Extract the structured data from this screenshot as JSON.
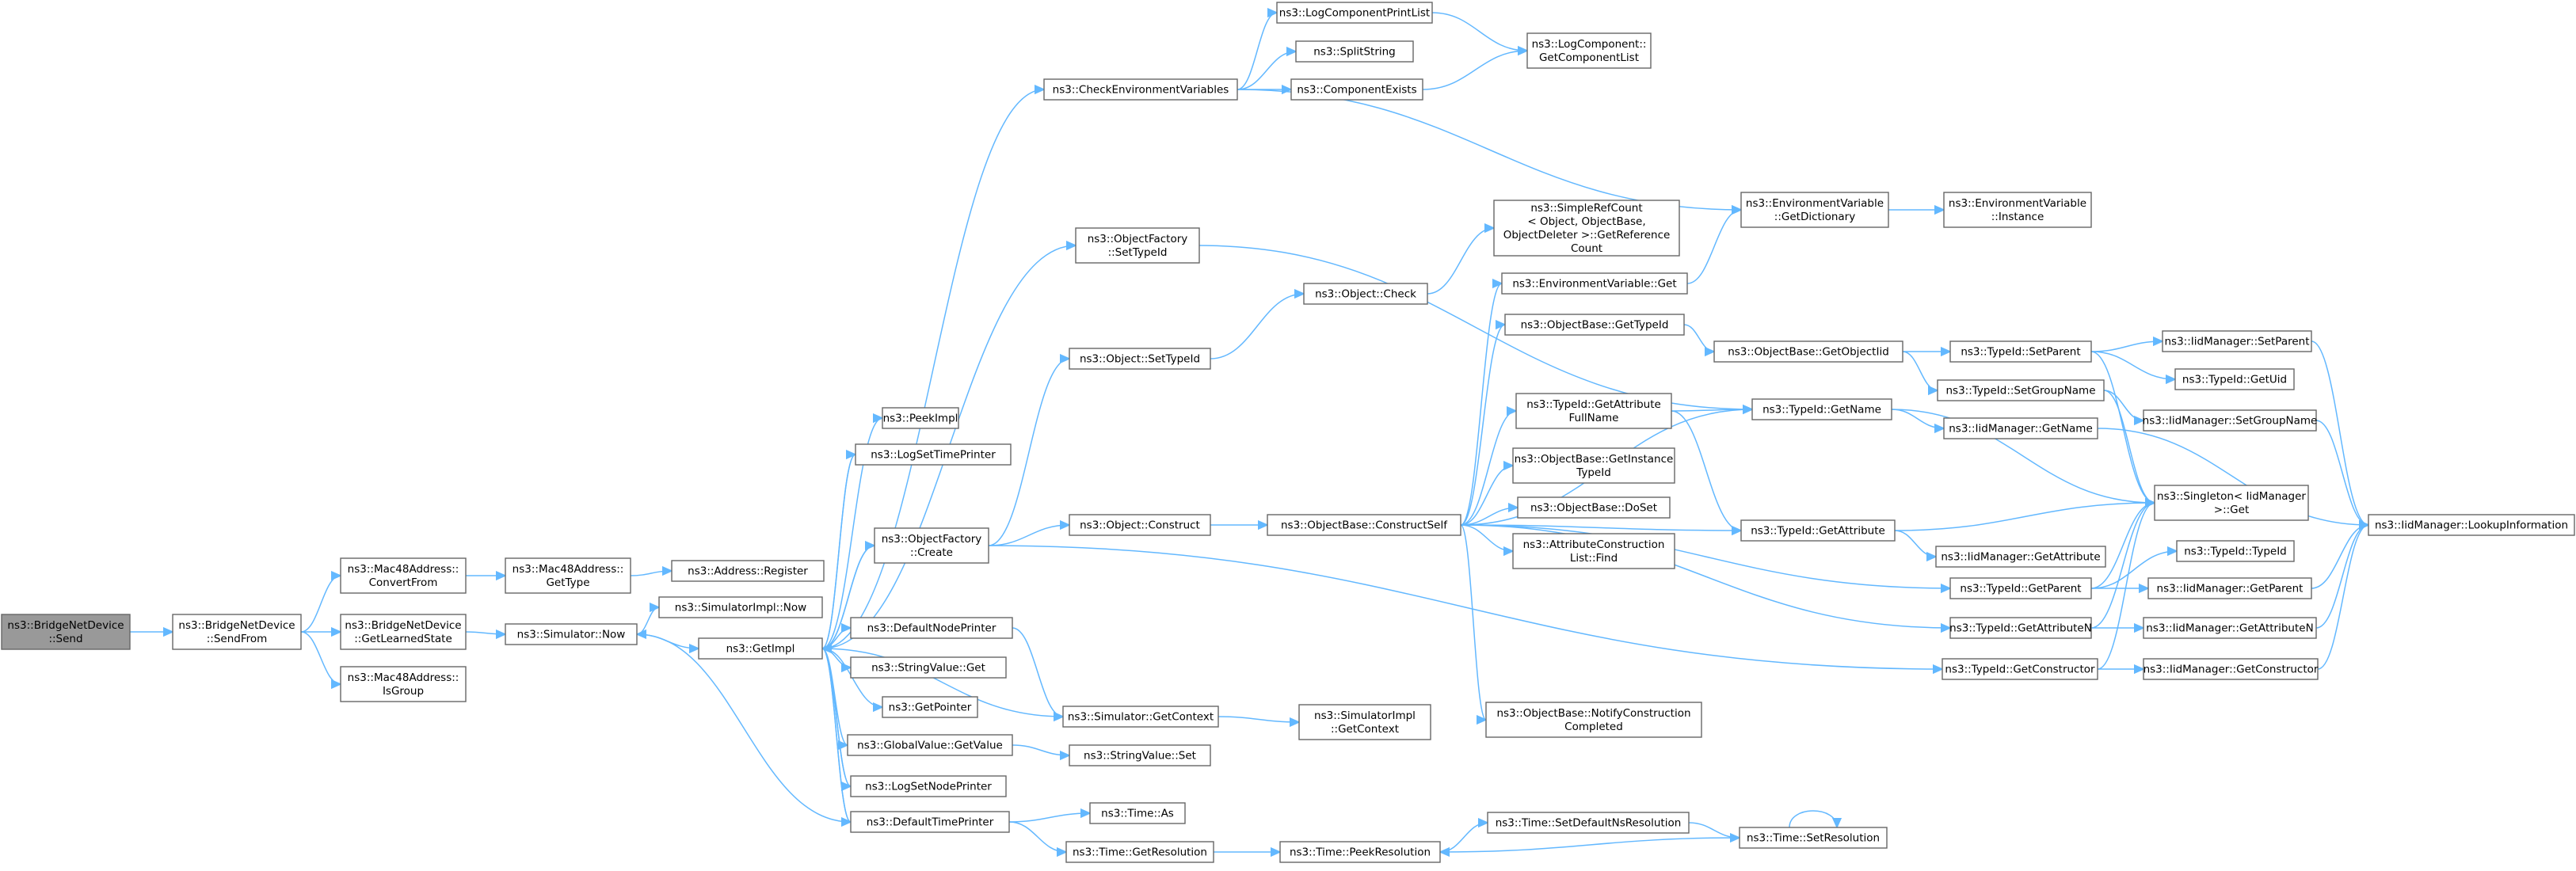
{
  "graph": {
    "colors": {
      "edge": "#63b8ff",
      "node_border": "#666666",
      "root_fill": "#999999",
      "node_fill": "#ffffff",
      "background": "#ffffff"
    },
    "root": "send",
    "nodes": [
      {
        "id": "send",
        "lines": [
          "ns3::BridgeNetDevice",
          "::Send"
        ]
      },
      {
        "id": "sendfrom",
        "lines": [
          "ns3::BridgeNetDevice",
          "::SendFrom"
        ]
      },
      {
        "id": "convertfrom",
        "lines": [
          "ns3::Mac48Address::",
          "ConvertFrom"
        ]
      },
      {
        "id": "getlearnedstate",
        "lines": [
          "ns3::BridgeNetDevice",
          "::GetLearnedState"
        ]
      },
      {
        "id": "isgroup",
        "lines": [
          "ns3::Mac48Address::",
          "IsGroup"
        ]
      },
      {
        "id": "mac_gettype",
        "lines": [
          "ns3::Mac48Address::",
          "GetType"
        ]
      },
      {
        "id": "addr_register",
        "lines": [
          "ns3::Address::Register"
        ]
      },
      {
        "id": "sim_now",
        "lines": [
          "ns3::Simulator::Now"
        ]
      },
      {
        "id": "simimpl_now",
        "lines": [
          "ns3::SimulatorImpl::Now"
        ]
      },
      {
        "id": "getimpl",
        "lines": [
          "ns3::GetImpl"
        ]
      },
      {
        "id": "peekimpl",
        "lines": [
          "ns3::PeekImpl"
        ]
      },
      {
        "id": "logsettimeprinter",
        "lines": [
          "ns3::LogSetTimePrinter"
        ]
      },
      {
        "id": "objfactory_create",
        "lines": [
          "ns3::ObjectFactory",
          "::Create"
        ]
      },
      {
        "id": "defaultnodeprinter",
        "lines": [
          "ns3::DefaultNodePrinter"
        ]
      },
      {
        "id": "stringvalue_get",
        "lines": [
          "ns3::StringValue::Get"
        ]
      },
      {
        "id": "getpointer",
        "lines": [
          "ns3::GetPointer"
        ]
      },
      {
        "id": "globalvalue_getvalue",
        "lines": [
          "ns3::GlobalValue::GetValue"
        ]
      },
      {
        "id": "logsetnodeprinter",
        "lines": [
          "ns3::LogSetNodePrinter"
        ]
      },
      {
        "id": "defaulttimeprinter",
        "lines": [
          "ns3::DefaultTimePrinter"
        ]
      },
      {
        "id": "checkenv",
        "lines": [
          "ns3::CheckEnvironmentVariables"
        ]
      },
      {
        "id": "objfactory_settypeid",
        "lines": [
          "ns3::ObjectFactory",
          "::SetTypeId"
        ]
      },
      {
        "id": "object_settypeid",
        "lines": [
          "ns3::Object::SetTypeId"
        ]
      },
      {
        "id": "object_construct",
        "lines": [
          "ns3::Object::Construct"
        ]
      },
      {
        "id": "sim_getcontext",
        "lines": [
          "ns3::Simulator::GetContext"
        ]
      },
      {
        "id": "stringvalue_set",
        "lines": [
          "ns3::StringValue::Set"
        ]
      },
      {
        "id": "time_as",
        "lines": [
          "ns3::Time::As"
        ]
      },
      {
        "id": "time_getresolution",
        "lines": [
          "ns3::Time::GetResolution"
        ]
      },
      {
        "id": "logcompprintlist",
        "lines": [
          "ns3::LogComponentPrintList"
        ]
      },
      {
        "id": "splitstring",
        "lines": [
          "ns3::SplitString"
        ]
      },
      {
        "id": "componentexists",
        "lines": [
          "ns3::ComponentExists"
        ]
      },
      {
        "id": "logcomp_getlist",
        "lines": [
          "ns3::LogComponent::",
          "GetComponentList"
        ]
      },
      {
        "id": "object_check",
        "lines": [
          "ns3::Object::Check"
        ]
      },
      {
        "id": "objbase_constructself",
        "lines": [
          "ns3::ObjectBase::ConstructSelf"
        ]
      },
      {
        "id": "simimpl_getcontext",
        "lines": [
          "ns3::SimulatorImpl",
          "::GetContext"
        ]
      },
      {
        "id": "time_peekresolution",
        "lines": [
          "ns3::Time::PeekResolution"
        ]
      },
      {
        "id": "simplerefcount",
        "lines": [
          "ns3::SimpleRefCount",
          "< Object, ObjectBase,",
          "ObjectDeleter >::GetReference",
          "Count"
        ]
      },
      {
        "id": "envvar_get",
        "lines": [
          "ns3::EnvironmentVariable::Get"
        ]
      },
      {
        "id": "objbase_gettypeid",
        "lines": [
          "ns3::ObjectBase::GetTypeId"
        ]
      },
      {
        "id": "typeid_getattrfullname",
        "lines": [
          "ns3::TypeId::GetAttribute",
          "FullName"
        ]
      },
      {
        "id": "objbase_getinstancetypeid",
        "lines": [
          "ns3::ObjectBase::GetInstance",
          "TypeId"
        ]
      },
      {
        "id": "objbase_doset",
        "lines": [
          "ns3::ObjectBase::DoSet"
        ]
      },
      {
        "id": "attrconstructionlist_find",
        "lines": [
          "ns3::AttributeConstruction",
          "List::Find"
        ]
      },
      {
        "id": "objbase_notifyconstruction",
        "lines": [
          "ns3::ObjectBase::NotifyConstruction",
          "Completed"
        ]
      },
      {
        "id": "time_setdefaultns",
        "lines": [
          "ns3::Time::SetDefaultNsResolution"
        ]
      },
      {
        "id": "envvar_getdictionary",
        "lines": [
          "ns3::EnvironmentVariable",
          "::GetDictionary"
        ]
      },
      {
        "id": "objbase_getobjectiid",
        "lines": [
          "ns3::ObjectBase::GetObjectIid"
        ]
      },
      {
        "id": "typeid_getname",
        "lines": [
          "ns3::TypeId::GetName"
        ]
      },
      {
        "id": "typeid_getattribute",
        "lines": [
          "ns3::TypeId::GetAttribute"
        ]
      },
      {
        "id": "typeid_getparent",
        "lines": [
          "ns3::TypeId::GetParent"
        ]
      },
      {
        "id": "typeid_getattributen",
        "lines": [
          "ns3::TypeId::GetAttributeN"
        ]
      },
      {
        "id": "typeid_getconstructor",
        "lines": [
          "ns3::TypeId::GetConstructor"
        ]
      },
      {
        "id": "time_setresolution",
        "lines": [
          "ns3::Time::SetResolution"
        ]
      },
      {
        "id": "envvar_instance",
        "lines": [
          "ns3::EnvironmentVariable",
          "::Instance"
        ]
      },
      {
        "id": "typeid_setparent",
        "lines": [
          "ns3::TypeId::SetParent"
        ]
      },
      {
        "id": "typeid_setgroupname",
        "lines": [
          "ns3::TypeId::SetGroupName"
        ]
      },
      {
        "id": "iidmgr_getname",
        "lines": [
          "ns3::IidManager::GetName"
        ]
      },
      {
        "id": "iidmgr_getattribute",
        "lines": [
          "ns3::IidManager::GetAttribute"
        ]
      },
      {
        "id": "singleton_get",
        "lines": [
          "ns3::Singleton< IidManager",
          " >::Get"
        ]
      },
      {
        "id": "typeid_typeid",
        "lines": [
          "ns3::TypeId::TypeId"
        ]
      },
      {
        "id": "iidmgr_getparent",
        "lines": [
          "ns3::IidManager::GetParent"
        ]
      },
      {
        "id": "iidmgr_getattributen",
        "lines": [
          "ns3::IidManager::GetAttributeN"
        ]
      },
      {
        "id": "iidmgr_getconstructor",
        "lines": [
          "ns3::IidManager::GetConstructor"
        ]
      },
      {
        "id": "iidmgr_setparent",
        "lines": [
          "ns3::IidManager::SetParent"
        ]
      },
      {
        "id": "typeid_getuid",
        "lines": [
          "ns3::TypeId::GetUid"
        ]
      },
      {
        "id": "iidmgr_setgroupname",
        "lines": [
          "ns3::IidManager::SetGroupName"
        ]
      },
      {
        "id": "iidmgr_lookupinfo",
        "lines": [
          "ns3::IidManager::LookupInformation"
        ]
      }
    ],
    "edges": [
      [
        "send",
        "sendfrom"
      ],
      [
        "sendfrom",
        "convertfrom"
      ],
      [
        "sendfrom",
        "getlearnedstate"
      ],
      [
        "sendfrom",
        "isgroup"
      ],
      [
        "convertfrom",
        "mac_gettype"
      ],
      [
        "mac_gettype",
        "addr_register"
      ],
      [
        "getlearnedstate",
        "sim_now"
      ],
      [
        "sim_now",
        "simimpl_now"
      ],
      [
        "sim_now",
        "getimpl"
      ],
      [
        "getimpl",
        "peekimpl"
      ],
      [
        "getimpl",
        "logsettimeprinter"
      ],
      [
        "getimpl",
        "objfactory_create"
      ],
      [
        "getimpl",
        "defaultnodeprinter"
      ],
      [
        "getimpl",
        "stringvalue_get"
      ],
      [
        "getimpl",
        "getpointer"
      ],
      [
        "getimpl",
        "globalvalue_getvalue"
      ],
      [
        "getimpl",
        "logsetnodeprinter"
      ],
      [
        "getimpl",
        "defaulttimeprinter"
      ],
      [
        "getimpl",
        "checkenv"
      ],
      [
        "getimpl",
        "objfactory_settypeid"
      ],
      [
        "getimpl",
        "sim_getcontext"
      ],
      [
        "logsettimeprinter",
        "getimpl"
      ],
      [
        "objfactory_create",
        "getimpl"
      ],
      [
        "logsetnodeprinter",
        "getimpl"
      ],
      [
        "defaulttimeprinter",
        "getimpl"
      ],
      [
        "defaulttimeprinter",
        "sim_now"
      ],
      [
        "defaulttimeprinter",
        "time_as"
      ],
      [
        "defaulttimeprinter",
        "time_getresolution"
      ],
      [
        "defaultnodeprinter",
        "sim_getcontext"
      ],
      [
        "globalvalue_getvalue",
        "stringvalue_set"
      ],
      [
        "objfactory_create",
        "object_settypeid"
      ],
      [
        "objfactory_create",
        "object_construct"
      ],
      [
        "objfactory_create",
        "typeid_getconstructor"
      ],
      [
        "objfactory_settypeid",
        "typeid_getname"
      ],
      [
        "object_settypeid",
        "object_check"
      ],
      [
        "object_construct",
        "objbase_constructself"
      ],
      [
        "sim_getcontext",
        "simimpl_getcontext"
      ],
      [
        "time_getresolution",
        "time_peekresolution"
      ],
      [
        "time_peekresolution",
        "time_setdefaultns"
      ],
      [
        "time_setdefaultns",
        "time_setresolution"
      ],
      [
        "time_setresolution",
        "time_peekresolution"
      ],
      [
        "time_setresolution",
        "time_setresolution"
      ],
      [
        "checkenv",
        "logcompprintlist"
      ],
      [
        "checkenv",
        "splitstring"
      ],
      [
        "checkenv",
        "componentexists"
      ],
      [
        "checkenv",
        "envvar_getdictionary"
      ],
      [
        "logcompprintlist",
        "logcomp_getlist"
      ],
      [
        "componentexists",
        "logcomp_getlist"
      ],
      [
        "object_check",
        "simplerefcount"
      ],
      [
        "objbase_constructself",
        "envvar_get"
      ],
      [
        "objbase_constructself",
        "objbase_gettypeid"
      ],
      [
        "objbase_constructself",
        "typeid_getattrfullname"
      ],
      [
        "objbase_constructself",
        "objbase_getinstancetypeid"
      ],
      [
        "objbase_constructself",
        "objbase_doset"
      ],
      [
        "objbase_constructself",
        "attrconstructionlist_find"
      ],
      [
        "objbase_constructself",
        "objbase_notifyconstruction"
      ],
      [
        "objbase_constructself",
        "typeid_getname"
      ],
      [
        "objbase_constructself",
        "typeid_getattribute"
      ],
      [
        "objbase_constructself",
        "typeid_getparent"
      ],
      [
        "objbase_constructself",
        "typeid_getattributen"
      ],
      [
        "envvar_get",
        "envvar_getdictionary"
      ],
      [
        "envvar_getdictionary",
        "envvar_instance"
      ],
      [
        "objbase_gettypeid",
        "objbase_getobjectiid"
      ],
      [
        "objbase_getobjectiid",
        "typeid_setparent"
      ],
      [
        "objbase_getobjectiid",
        "typeid_setgroupname"
      ],
      [
        "typeid_getattrfullname",
        "typeid_getname"
      ],
      [
        "typeid_getattrfullname",
        "typeid_getattribute"
      ],
      [
        "typeid_getname",
        "iidmgr_getname"
      ],
      [
        "typeid_getname",
        "singleton_get"
      ],
      [
        "typeid_getattribute",
        "iidmgr_getattribute"
      ],
      [
        "typeid_getattribute",
        "singleton_get"
      ],
      [
        "typeid_getparent",
        "typeid_typeid"
      ],
      [
        "typeid_getparent",
        "iidmgr_getparent"
      ],
      [
        "typeid_getparent",
        "singleton_get"
      ],
      [
        "typeid_getattributen",
        "iidmgr_getattributen"
      ],
      [
        "typeid_getattributen",
        "singleton_get"
      ],
      [
        "typeid_getconstructor",
        "iidmgr_getconstructor"
      ],
      [
        "typeid_getconstructor",
        "singleton_get"
      ],
      [
        "typeid_setparent",
        "iidmgr_setparent"
      ],
      [
        "typeid_setparent",
        "typeid_getuid"
      ],
      [
        "typeid_setparent",
        "singleton_get"
      ],
      [
        "typeid_setgroupname",
        "iidmgr_setgroupname"
      ],
      [
        "typeid_setgroupname",
        "singleton_get"
      ],
      [
        "iidmgr_getname",
        "iidmgr_lookupinfo"
      ],
      [
        "iidmgr_getparent",
        "iidmgr_lookupinfo"
      ],
      [
        "iidmgr_getattributen",
        "iidmgr_lookupinfo"
      ],
      [
        "iidmgr_getconstructor",
        "iidmgr_lookupinfo"
      ],
      [
        "iidmgr_setparent",
        "iidmgr_lookupinfo"
      ],
      [
        "iidmgr_setgroupname",
        "iidmgr_lookupinfo"
      ]
    ]
  }
}
